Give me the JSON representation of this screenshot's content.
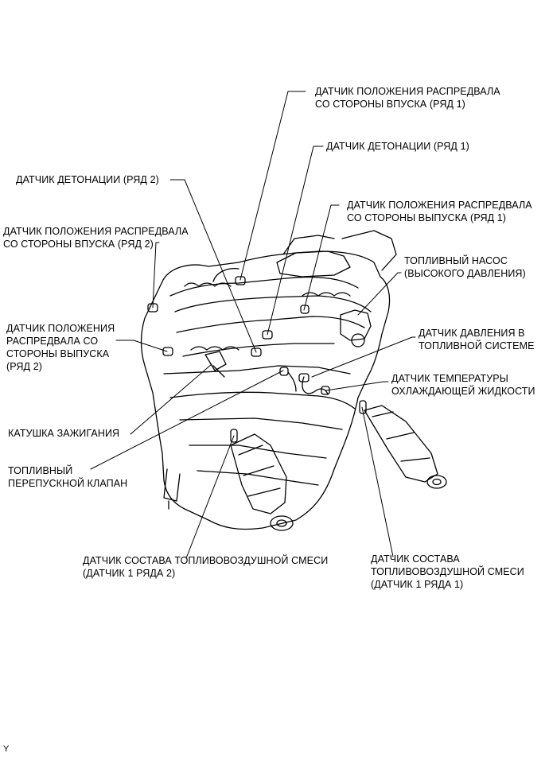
{
  "labels": {
    "intake_cam_bank1": "ДАТЧИК ПОЛОЖЕНИЯ РАСПРЕДВАЛА\nСО СТОРОНЫ ВПУСКА (РЯД 1)",
    "knock_bank1": "ДАТЧИК ДЕТОНАЦИИ (РЯД 1)",
    "knock_bank2": "ДАТЧИК ДЕТОНАЦИИ (РЯД 2)",
    "exhaust_cam_bank1": "ДАТЧИК ПОЛОЖЕНИЯ РАСПРЕДВАЛА\nСО СТОРОНЫ ВЫПУСКА (РЯД 1)",
    "intake_cam_bank2": "ДАТЧИК ПОЛОЖЕНИЯ РАСПРЕДВАЛА\nСО СТОРОНЫ ВПУСКА (РЯД 2)",
    "fuel_pump": "ТОПЛИВНЫЙ НАСОС\n(ВЫСОКОГО ДАВЛЕНИЯ)",
    "exhaust_cam_bank2": "ДАТЧИК ПОЛОЖЕНИЯ\nРАСПРЕДВАЛА СО\nСТОРОНЫ ВЫПУСКА\n(РЯД 2)",
    "fuel_pressure": "ДАТЧИК ДАВЛЕНИЯ В\nТОПЛИВНОЙ СИСТЕМЕ",
    "coolant_temp": "ДАТЧИК ТЕМПЕРАТУРЫ\nОХЛАЖДАЮЩЕЙ ЖИДКОСТИ",
    "ignition_coil": "КАТУШКА ЗАЖИГАНИЯ",
    "fuel_bypass_valve": "ТОПЛИВНЫЙ\nПЕРЕПУСКНОЙ КЛАПАН",
    "af_sensor_bank2": "ДАТЧИК СОСТАВА ТОПЛИВОВОЗДУШНОЙ СМЕСИ\n(ДАТЧИК 1 РЯДА 2)",
    "af_sensor_bank1": "ДАТЧИК СОСТАВА\nТОПЛИВОВОЗДУШНОЙ СМЕСИ\n(ДАТЧИК 1 РЯДА 1)"
  },
  "footer_code": "Y"
}
